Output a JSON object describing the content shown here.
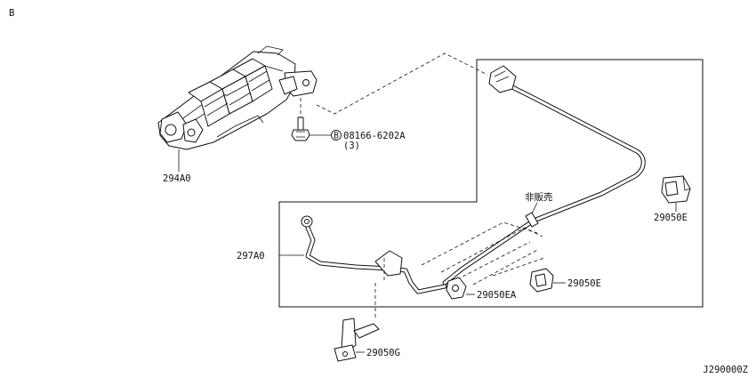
{
  "section_letter": "B",
  "diagram_code": "J290000Z",
  "parts": {
    "module": {
      "number": "294A0"
    },
    "bolt": {
      "number": "08166-6202A",
      "quantity": "(3)",
      "circle_letter": "B"
    },
    "harness": {
      "number": "297A0"
    },
    "clip_right": {
      "number": "29050E"
    },
    "clip_lower": {
      "number": "29050E"
    },
    "clamp": {
      "number": "29050EA"
    },
    "bracket": {
      "number": "29050G"
    }
  },
  "note_not_sold": "非販売"
}
